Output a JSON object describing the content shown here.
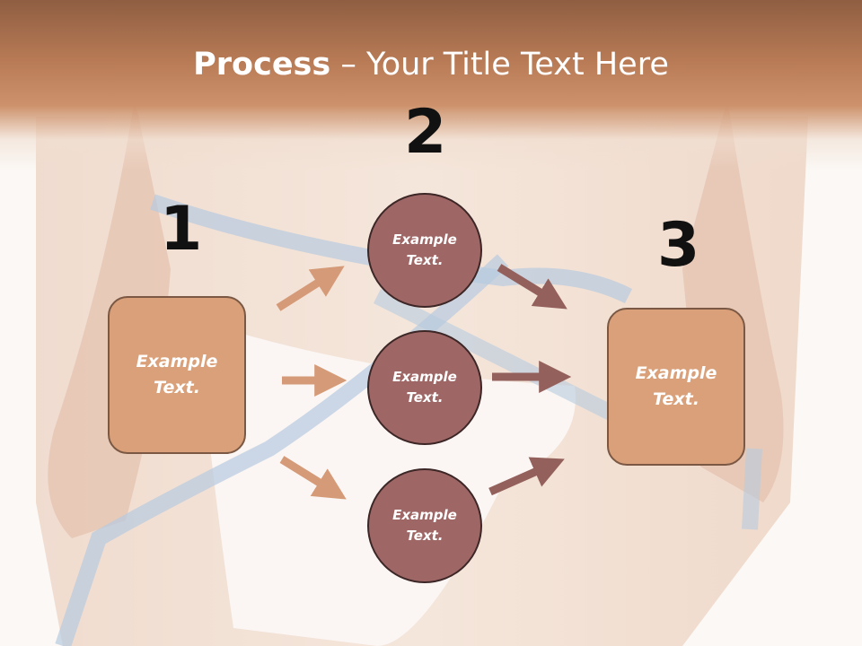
{
  "title": {
    "bold": "Process",
    "rest": " – Your Title Text Here"
  },
  "steps": {
    "one": "1",
    "two": "2",
    "three": "3"
  },
  "left_box": {
    "text": "Example Text."
  },
  "right_box": {
    "text": "Example Text."
  },
  "circles": [
    {
      "text": "Example Text."
    },
    {
      "text": "Example Text."
    },
    {
      "text": "Example Text."
    }
  ],
  "colors": {
    "box_fill": "#d9a079",
    "circle_fill": "#9e6766",
    "arrow_left": "#d59a78",
    "arrow_right": "#93605c",
    "header": "#b77a55"
  }
}
